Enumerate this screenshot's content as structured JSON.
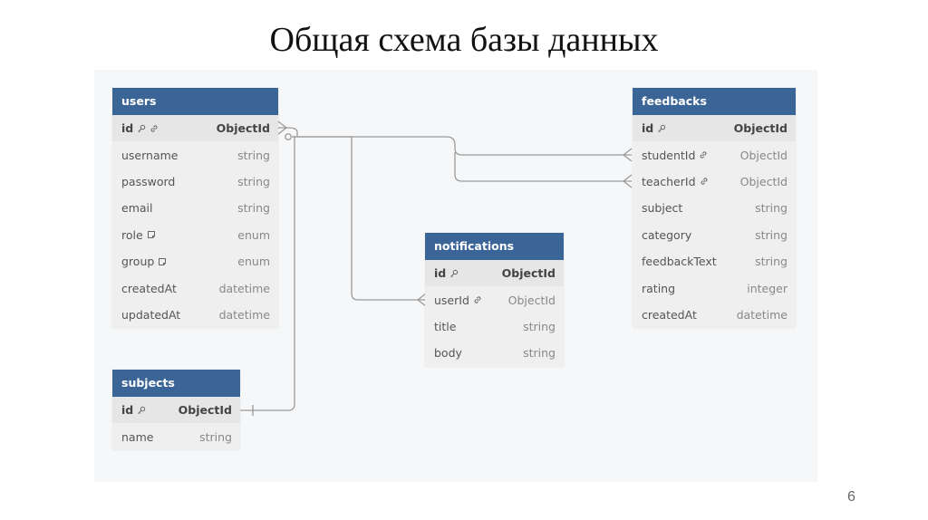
{
  "title": "Общая схема базы данных",
  "page_number": "6",
  "tables": {
    "users": {
      "name": "users",
      "fields": [
        {
          "name": "id",
          "type": "ObjectId",
          "icons": [
            "key-icon",
            "link-icon"
          ]
        },
        {
          "name": "username",
          "type": "string",
          "icons": []
        },
        {
          "name": "password",
          "type": "string",
          "icons": []
        },
        {
          "name": "email",
          "type": "string",
          "icons": []
        },
        {
          "name": "role",
          "type": "enum",
          "icons": [
            "note-icon"
          ]
        },
        {
          "name": "group",
          "type": "enum",
          "icons": [
            "note-icon"
          ]
        },
        {
          "name": "createdAt",
          "type": "datetime",
          "icons": []
        },
        {
          "name": "updatedAt",
          "type": "datetime",
          "icons": []
        }
      ]
    },
    "subjects": {
      "name": "subjects",
      "fields": [
        {
          "name": "id",
          "type": "ObjectId",
          "icons": [
            "key-icon"
          ]
        },
        {
          "name": "name",
          "type": "string",
          "icons": []
        }
      ]
    },
    "notifications": {
      "name": "notifications",
      "fields": [
        {
          "name": "id",
          "type": "ObjectId",
          "icons": [
            "key-icon"
          ]
        },
        {
          "name": "userId",
          "type": "ObjectId",
          "icons": [
            "link-icon"
          ]
        },
        {
          "name": "title",
          "type": "string",
          "icons": []
        },
        {
          "name": "body",
          "type": "string",
          "icons": []
        }
      ]
    },
    "feedbacks": {
      "name": "feedbacks",
      "fields": [
        {
          "name": "id",
          "type": "ObjectId",
          "icons": [
            "key-icon"
          ]
        },
        {
          "name": "studentId",
          "type": "ObjectId",
          "icons": [
            "link-icon"
          ]
        },
        {
          "name": "teacherId",
          "type": "ObjectId",
          "icons": [
            "link-icon"
          ]
        },
        {
          "name": "subject",
          "type": "string",
          "icons": []
        },
        {
          "name": "category",
          "type": "string",
          "icons": []
        },
        {
          "name": "feedbackText",
          "type": "string",
          "icons": []
        },
        {
          "name": "rating",
          "type": "integer",
          "icons": []
        },
        {
          "name": "createdAt",
          "type": "datetime",
          "icons": []
        }
      ]
    }
  },
  "colors": {
    "header": "#3b6597",
    "edge": "#9a9a9a"
  }
}
